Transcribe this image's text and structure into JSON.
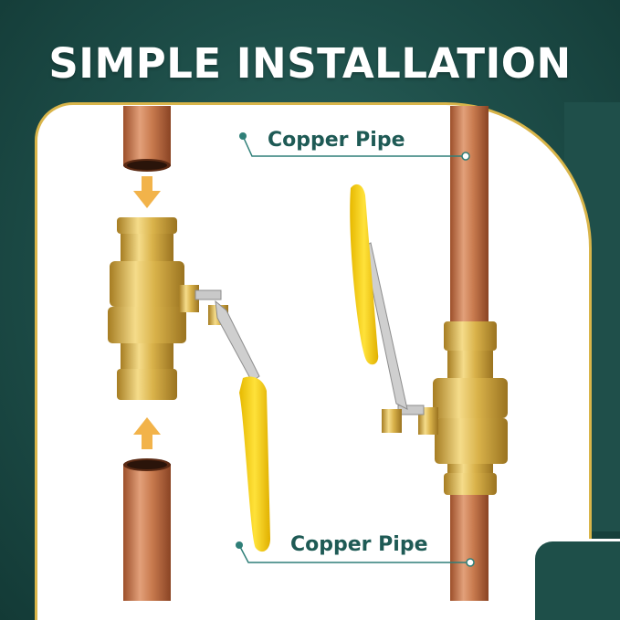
{
  "headline": "SIMPLE INSTALLATION",
  "labels": {
    "top": "Copper Pipe",
    "bottom": "Copper Pipe"
  },
  "colors": {
    "background": "#1d4d48",
    "panel_border": "#d9b54a",
    "label_text": "#1e5a55",
    "arrow": "#f2b34a",
    "handle": "#f7d21a",
    "brass": "#d9b24a",
    "copper": "#c97b4f"
  },
  "icons": [
    "arrow-down-icon",
    "arrow-up-icon",
    "callout-dot-icon"
  ]
}
